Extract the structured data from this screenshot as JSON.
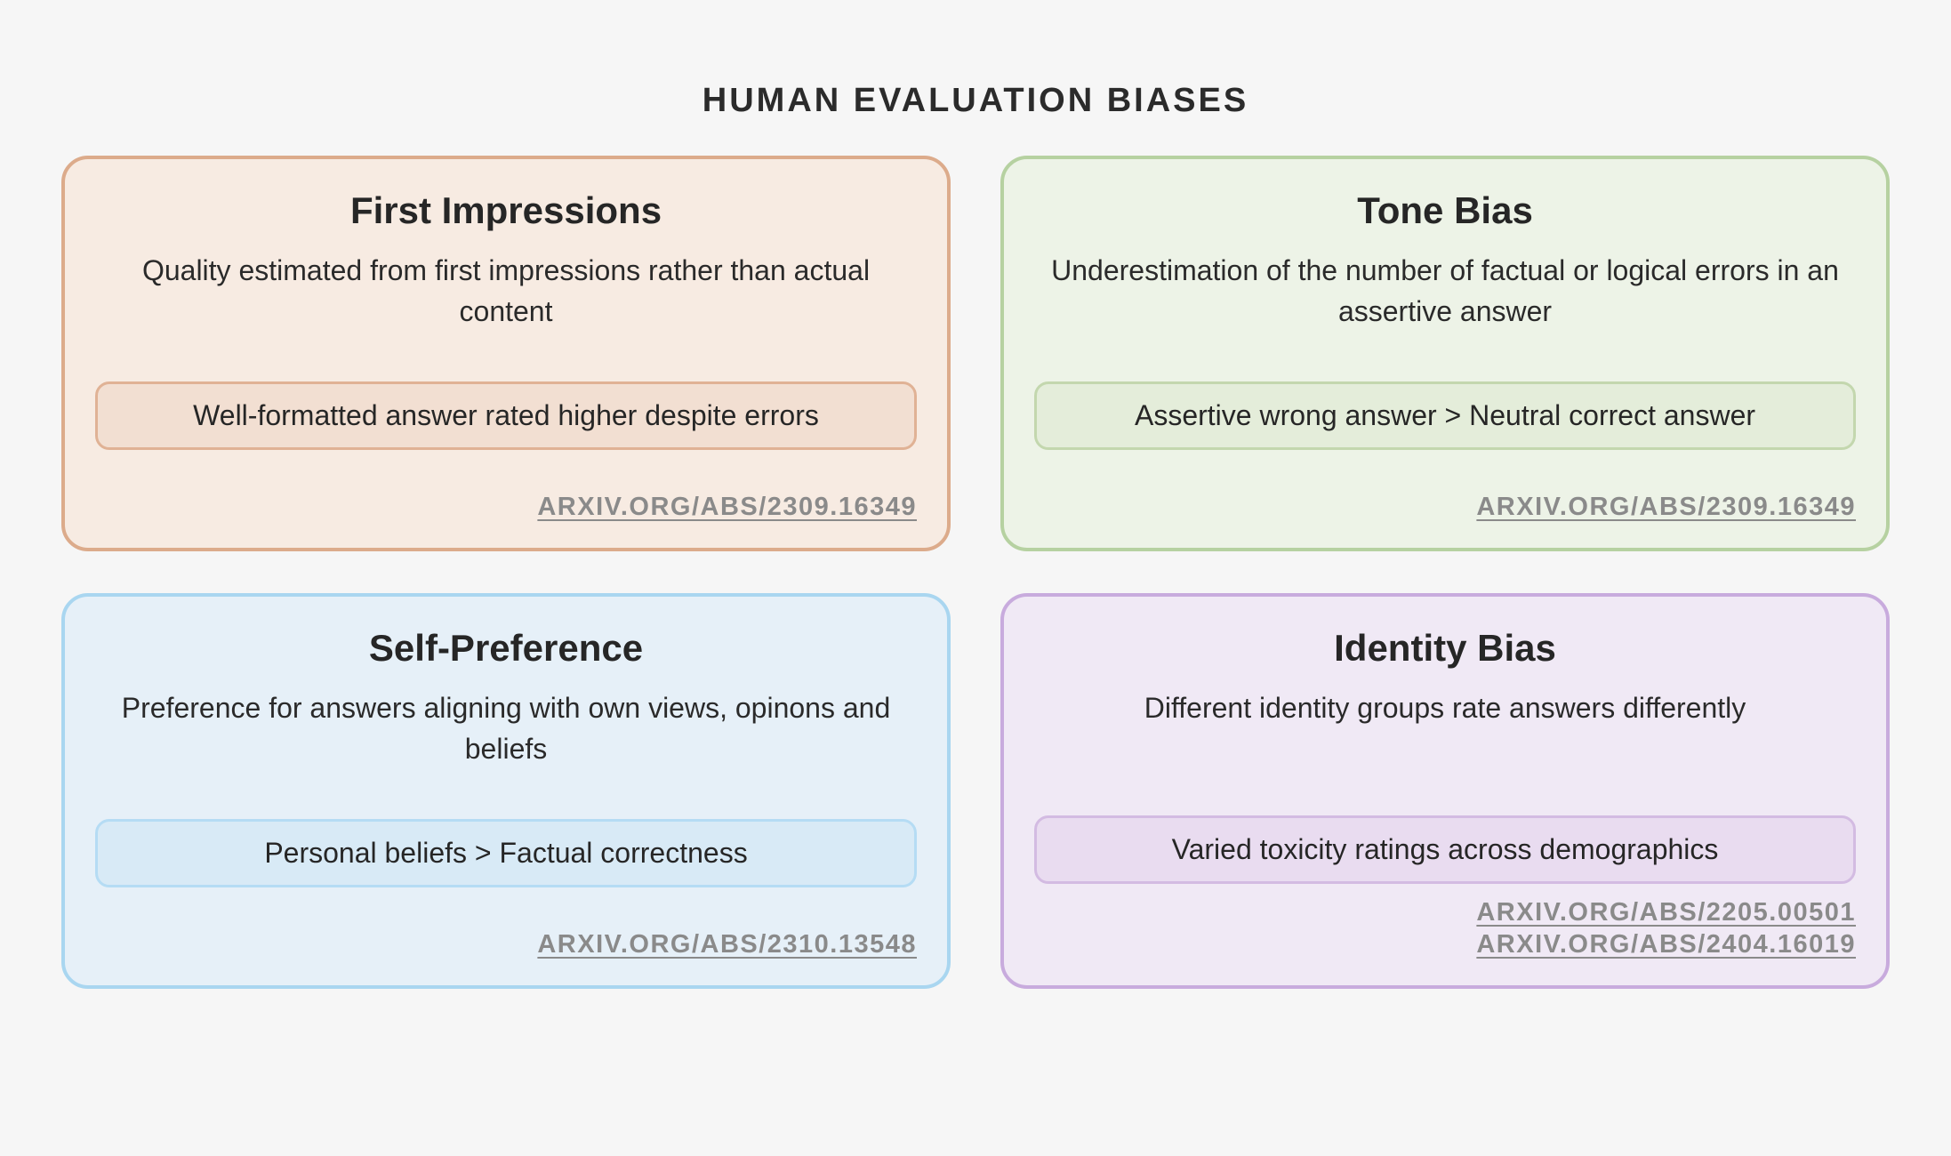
{
  "page": {
    "title": "HUMAN EVALUATION BIASES",
    "background": "#f6f6f6"
  },
  "text_colors": {
    "heading": "#2b2b2b",
    "body": "#262626",
    "link": "#8a8a8a"
  },
  "cards": [
    {
      "title": "First Impressions",
      "description": "Quality estimated from first impressions rather than actual content",
      "example": "Well-formatted answer rated higher despite errors",
      "links": [
        "ARXIV.ORG/ABS/2309.16349"
      ],
      "colors": {
        "border": "#dcab8b",
        "background": "#f7ebe2",
        "example_background": "#f2dfd2",
        "example_border": "#e0b295"
      }
    },
    {
      "title": "Tone Bias",
      "description": "Underestimation of the number of factual or logical errors in an assertive answer",
      "example": "Assertive wrong answer > Neutral correct answer",
      "links": [
        "ARXIV.ORG/ABS/2309.16349"
      ],
      "colors": {
        "border": "#b6d1a1",
        "background": "#edf3e7",
        "example_background": "#e4edda",
        "example_border": "#c3d7ae"
      }
    },
    {
      "title": "Self-Preference",
      "description": "Preference for answers aligning with own views, opinons and beliefs",
      "example": "Personal beliefs > Factual correctness",
      "links": [
        "ARXIV.ORG/ABS/2310.13548"
      ],
      "colors": {
        "border": "#a9d6f0",
        "background": "#e6f0f8",
        "example_background": "#d8eaf6",
        "example_border": "#b5dcf4"
      }
    },
    {
      "title": "Identity Bias",
      "description": "Different identity groups rate answers differently",
      "example": "Varied toxicity ratings across demographics",
      "links": [
        "ARXIV.ORG/ABS/2205.00501",
        "ARXIV.ORG/ABS/2404.16019"
      ],
      "colors": {
        "border": "#c8abdd",
        "background": "#f0e9f5",
        "example_background": "#e9dcf0",
        "example_border": "#d3bbe2"
      }
    }
  ]
}
